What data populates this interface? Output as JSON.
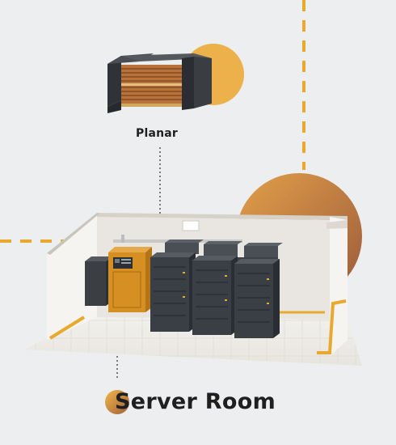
{
  "component": {
    "label": "Planar"
  },
  "room": {
    "label": "Server Room"
  },
  "colors": {
    "accent_orange": "#e8a92e",
    "accent_bronze": "#a8653a",
    "copper": "#b8723a",
    "rack": "#3a3f46",
    "ups_cabinet": "#d58f22",
    "background": "#eceef0"
  },
  "icons": {
    "component": "planar-inductor-icon",
    "room": "server-room-illustration"
  }
}
